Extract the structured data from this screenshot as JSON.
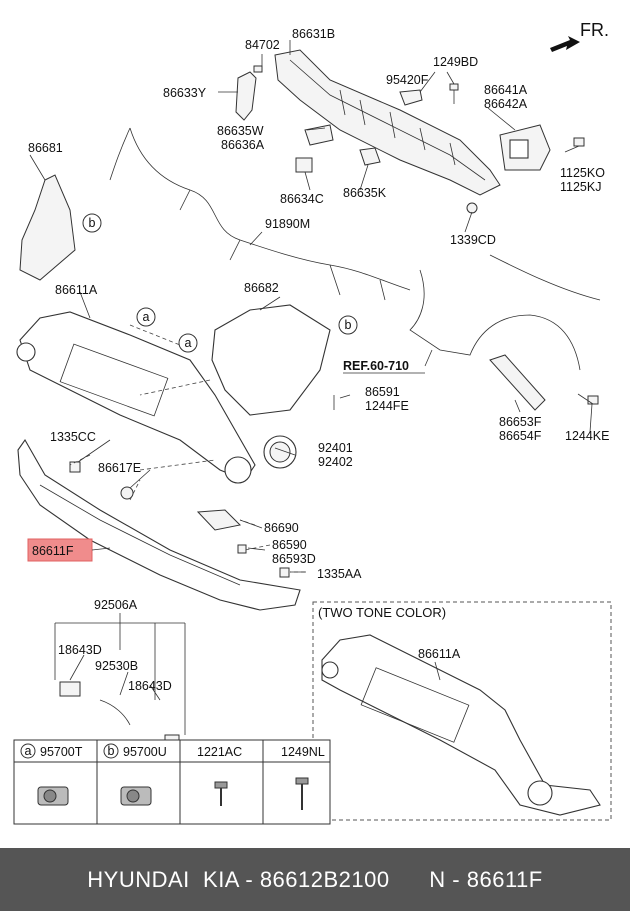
{
  "direction_label": "FR.",
  "ref_label": "REF.60-710",
  "inset_title": "(TWO TONE COLOR)",
  "highlight_label": "86611F",
  "labels": {
    "p84702": "84702",
    "p86631B": "86631B",
    "p1249BD": "1249BD",
    "p95420F": "95420F",
    "p86641A": "86641A",
    "p86642A": "86642A",
    "p86633Y": "86633Y",
    "p86681": "86681",
    "p86635W": "86635W",
    "p86636A": "86636A",
    "p1125KO": "1125KO",
    "p1125KJ": "1125KJ",
    "p86634C": "86634C",
    "p86635K": "86635K",
    "p91890M": "91890M",
    "p1339CD": "1339CD",
    "p86611A": "86611A",
    "p86682": "86682",
    "p86591": "86591",
    "p1244FE": "1244FE",
    "p86653F": "86653F",
    "p86654F": "86654F",
    "p1244KE": "1244KE",
    "p1335CC": "1335CC",
    "p86617E": "86617E",
    "p92401": "92401",
    "p92402": "92402",
    "p86690": "86690",
    "p86590": "86590",
    "p86593D": "86593D",
    "p1335AA": "1335AA",
    "p92506A": "92506A",
    "p18643D_a": "18643D",
    "p92530B": "92530B",
    "p18643D_b": "18643D",
    "p86611A_inset": "86611A"
  },
  "callouts": {
    "a": "a",
    "b": "b"
  },
  "legend": [
    {
      "letter": "a",
      "part": "95700T"
    },
    {
      "letter": "b",
      "part": "95700U"
    },
    {
      "letter": "",
      "part": "1221AC"
    },
    {
      "letter": "",
      "part": "1249NL"
    }
  ],
  "footer": {
    "brand": "HYUNDAI  KIA - 86612B2100",
    "code": "N - 86611F"
  }
}
